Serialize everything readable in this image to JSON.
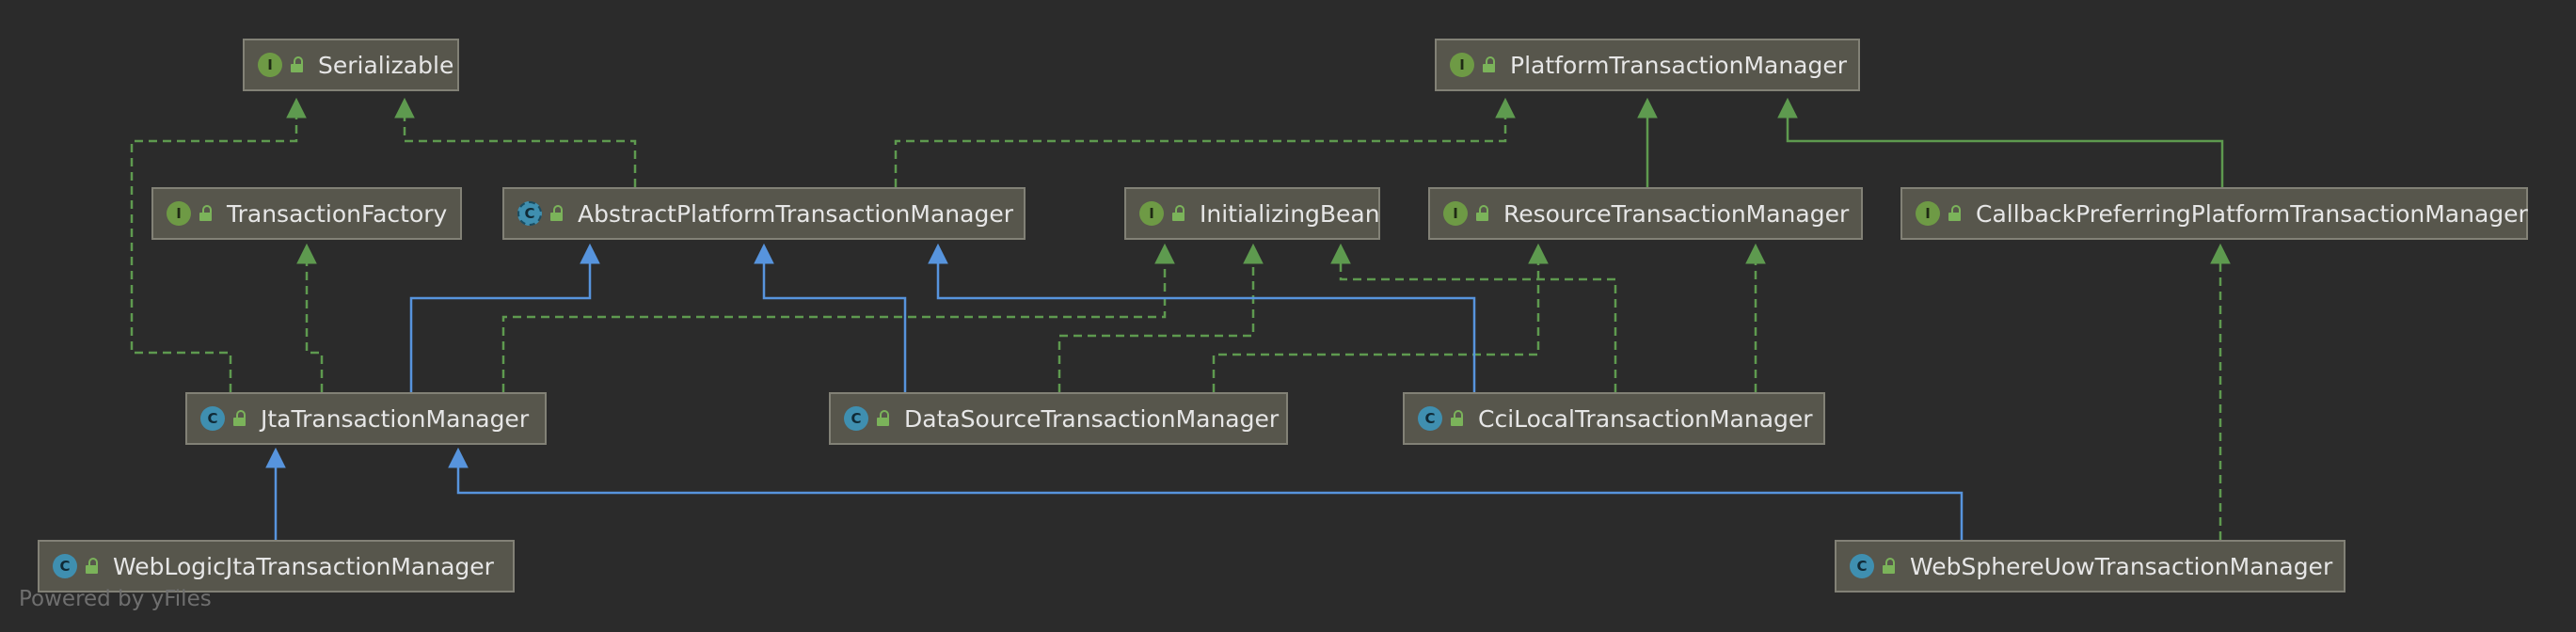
{
  "diagram": {
    "nodes": [
      {
        "id": "serializable",
        "label": "Serializable",
        "kind": "interface",
        "kind_letter": "I"
      },
      {
        "id": "platform_tm",
        "label": "PlatformTransactionManager",
        "kind": "interface",
        "kind_letter": "I"
      },
      {
        "id": "transaction_factory",
        "label": "TransactionFactory",
        "kind": "interface",
        "kind_letter": "I"
      },
      {
        "id": "abstract_ptm",
        "label": "AbstractPlatformTransactionManager",
        "kind": "abstract",
        "kind_letter": "C"
      },
      {
        "id": "initializing_bean",
        "label": "InitializingBean",
        "kind": "interface",
        "kind_letter": "I"
      },
      {
        "id": "resource_tm",
        "label": "ResourceTransactionManager",
        "kind": "interface",
        "kind_letter": "I"
      },
      {
        "id": "callback_ptm",
        "label": "CallbackPreferringPlatformTransactionManager",
        "kind": "interface",
        "kind_letter": "I"
      },
      {
        "id": "jta_tm",
        "label": "JtaTransactionManager",
        "kind": "class",
        "kind_letter": "C"
      },
      {
        "id": "datasource_tm",
        "label": "DataSourceTransactionManager",
        "kind": "class",
        "kind_letter": "C"
      },
      {
        "id": "cci_tm",
        "label": "CciLocalTransactionManager",
        "kind": "class",
        "kind_letter": "C"
      },
      {
        "id": "weblogic_tm",
        "label": "WebLogicJtaTransactionManager",
        "kind": "class",
        "kind_letter": "C"
      },
      {
        "id": "websphere_tm",
        "label": "WebSphereUowTransactionManager",
        "kind": "class",
        "kind_letter": "C"
      }
    ],
    "edges": [
      {
        "from": "abstract_ptm",
        "to": "serializable",
        "type": "implements"
      },
      {
        "from": "abstract_ptm",
        "to": "platform_tm",
        "type": "implements"
      },
      {
        "from": "resource_tm",
        "to": "platform_tm",
        "type": "extends-interface"
      },
      {
        "from": "callback_ptm",
        "to": "platform_tm",
        "type": "extends-interface"
      },
      {
        "from": "jta_tm",
        "to": "serializable",
        "type": "implements"
      },
      {
        "from": "jta_tm",
        "to": "transaction_factory",
        "type": "implements"
      },
      {
        "from": "jta_tm",
        "to": "abstract_ptm",
        "type": "extends"
      },
      {
        "from": "jta_tm",
        "to": "initializing_bean",
        "type": "implements"
      },
      {
        "from": "datasource_tm",
        "to": "abstract_ptm",
        "type": "extends"
      },
      {
        "from": "datasource_tm",
        "to": "initializing_bean",
        "type": "implements"
      },
      {
        "from": "datasource_tm",
        "to": "resource_tm",
        "type": "implements"
      },
      {
        "from": "cci_tm",
        "to": "abstract_ptm",
        "type": "extends"
      },
      {
        "from": "cci_tm",
        "to": "initializing_bean",
        "type": "implements"
      },
      {
        "from": "cci_tm",
        "to": "resource_tm",
        "type": "implements"
      },
      {
        "from": "weblogic_tm",
        "to": "jta_tm",
        "type": "extends"
      },
      {
        "from": "websphere_tm",
        "to": "jta_tm",
        "type": "extends"
      },
      {
        "from": "websphere_tm",
        "to": "callback_ptm",
        "type": "implements"
      }
    ]
  },
  "colors": {
    "background": "#2b2b2b",
    "node_fill": "#57564c",
    "node_border": "#828176",
    "extends_edge": "#5794dd",
    "implements_edge": "#5e9a4f",
    "interface_badge": "#6e9a45",
    "class_badge": "#3f8fb0"
  },
  "watermark": "Powered by yFiles"
}
